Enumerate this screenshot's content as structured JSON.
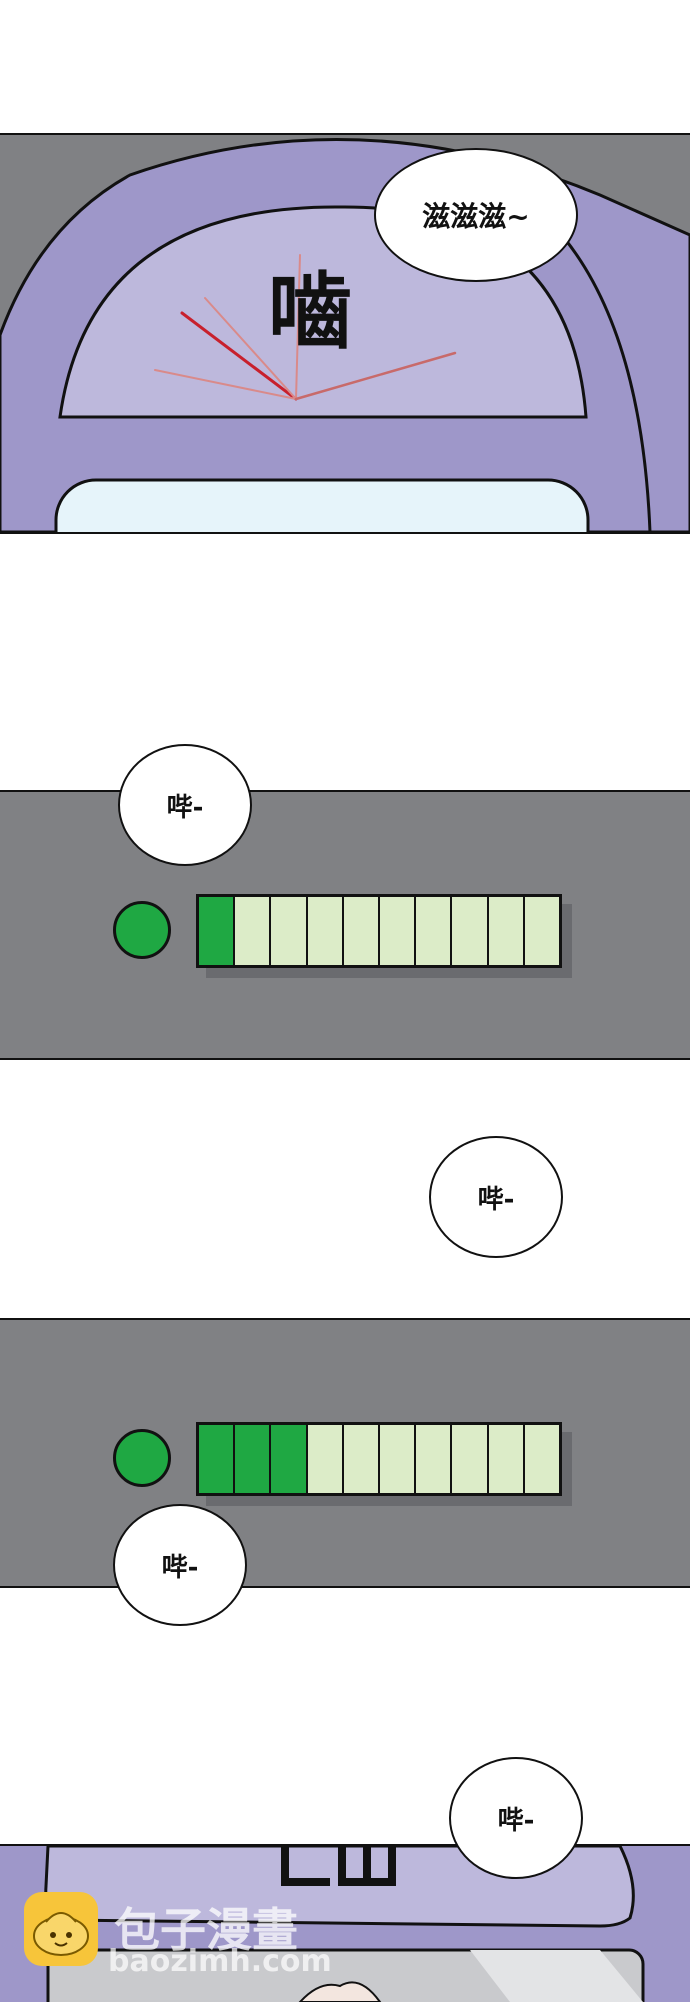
{
  "colors": {
    "panel_gray": "#808184",
    "device_purple": "#9e97c9",
    "screen_lavender": "#bdb8dc",
    "window_blue": "#e6f4fa",
    "meter_green": "#1fa843",
    "meter_empty": "#dcecc8",
    "watermark_yellow": "#f7c53a"
  },
  "panel1": {
    "sfx_buzz": "滋滋滋~",
    "screen_glyph": "嚙"
  },
  "panel2": {
    "sfx_beep": "哔-",
    "meter": {
      "filled_segments": 1,
      "total_segments": 10
    }
  },
  "panel3": {
    "sfx_beep": "哔-"
  },
  "panel4": {
    "meter": {
      "filled_segments": 3,
      "total_segments": 10
    },
    "sfx_beep": "哔-"
  },
  "panel5": {
    "sfx_beep": "哔-"
  },
  "watermark": {
    "name": "包子漫畫",
    "url": "baozimh.com",
    "logo_icon": "bun-face-icon"
  }
}
